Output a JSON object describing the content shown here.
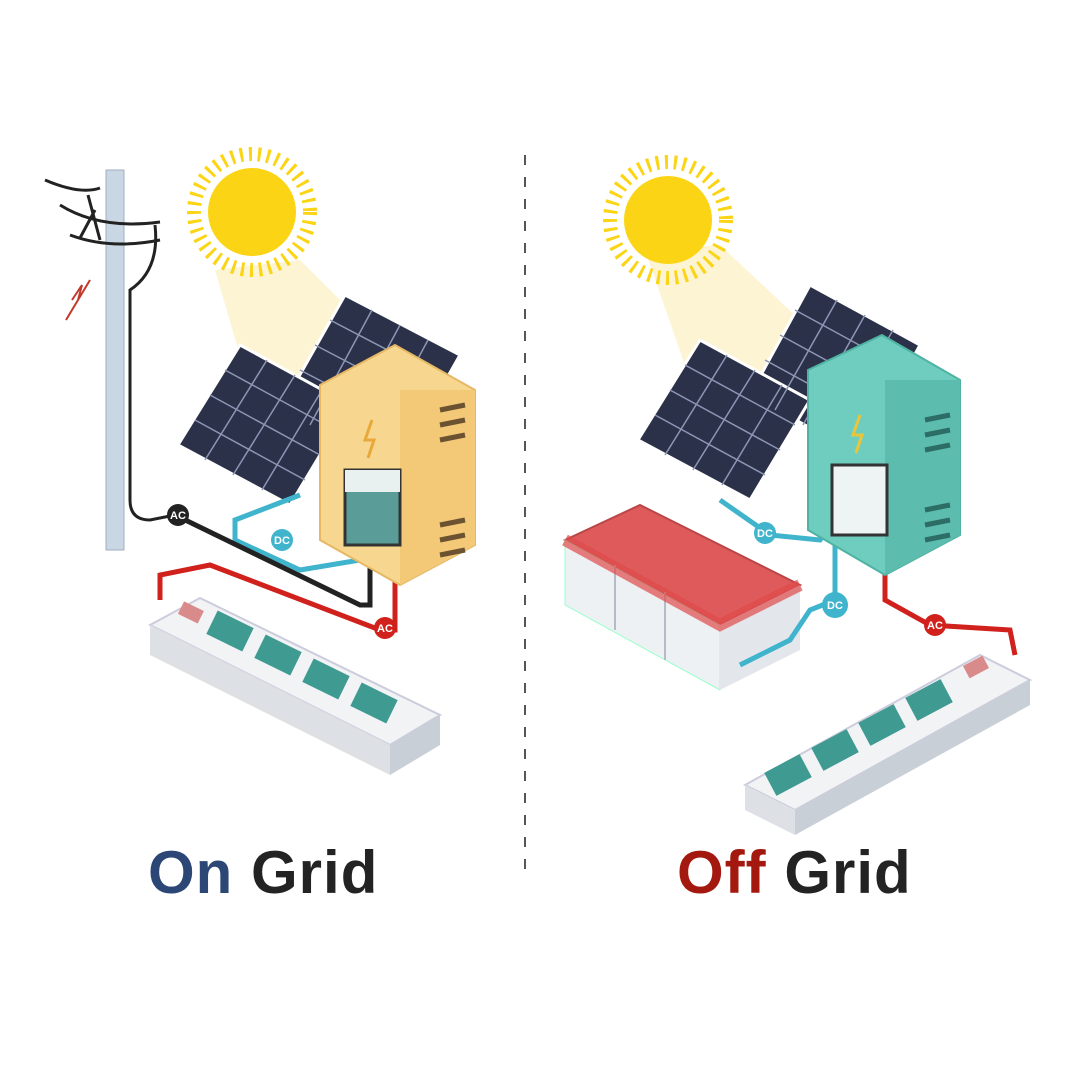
{
  "left": {
    "caption_part1": "On",
    "caption_part2": "Grid",
    "connectors": {
      "dc": "DC",
      "ac_grid": "AC",
      "ac_load": "AC"
    }
  },
  "right": {
    "caption_part1": "Off",
    "caption_part2": "Grid",
    "connectors": {
      "dc_panel": "DC",
      "dc_battery": "DC",
      "ac_load": "AC"
    }
  },
  "colors": {
    "on": "#2c4676",
    "off": "#a3180f",
    "grid_text": "#232323",
    "sun": "#fbd515",
    "inverter_on": "#f7d78f",
    "inverter_off": "#6fcdbf",
    "panel": "#2b3148",
    "dc_cable": "#3fb4cc",
    "ac_cable": "#d0211c",
    "outlet": "#3f9a92",
    "battery": "#df5b5b"
  }
}
